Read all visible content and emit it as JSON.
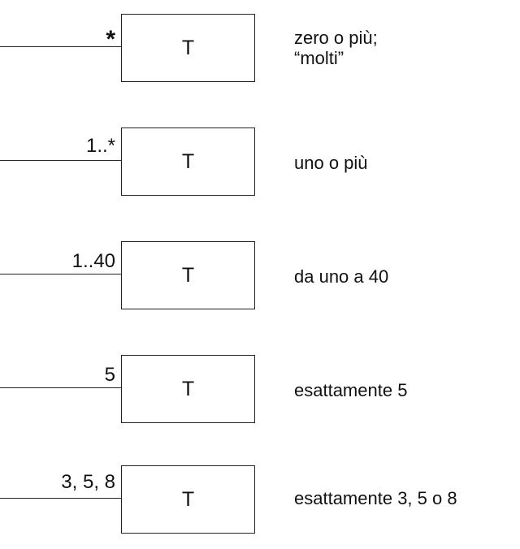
{
  "rows": [
    {
      "multiplicity": "*",
      "class_name": "T",
      "description_lines": [
        "zero o più;",
        "“molti”"
      ]
    },
    {
      "multiplicity": "1..*",
      "class_name": "T",
      "description_lines": [
        "uno o più"
      ]
    },
    {
      "multiplicity": "1..40",
      "class_name": "T",
      "description_lines": [
        "da uno a 40"
      ]
    },
    {
      "multiplicity": "5",
      "class_name": "T",
      "description_lines": [
        "esattamente 5"
      ]
    },
    {
      "multiplicity": "3, 5, 8",
      "class_name": "T",
      "description_lines": [
        "esattamente 3, 5 o 8"
      ]
    }
  ]
}
